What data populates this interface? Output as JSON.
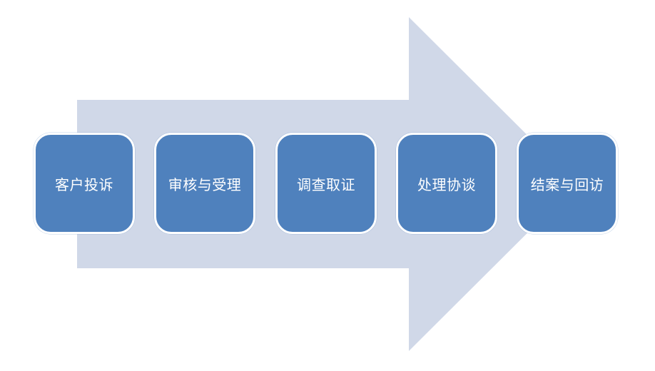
{
  "colors": {
    "arrow_fill": "#d0d8e8",
    "box_fill": "#4f81bd",
    "box_border": "#ffffff",
    "label_text": "#ffffff",
    "background": "#ffffff"
  },
  "process": {
    "steps": [
      {
        "label": "客户投诉"
      },
      {
        "label": "审核与受理"
      },
      {
        "label": "调查取证"
      },
      {
        "label": "处理协谈"
      },
      {
        "label": "结案与回访"
      }
    ]
  }
}
